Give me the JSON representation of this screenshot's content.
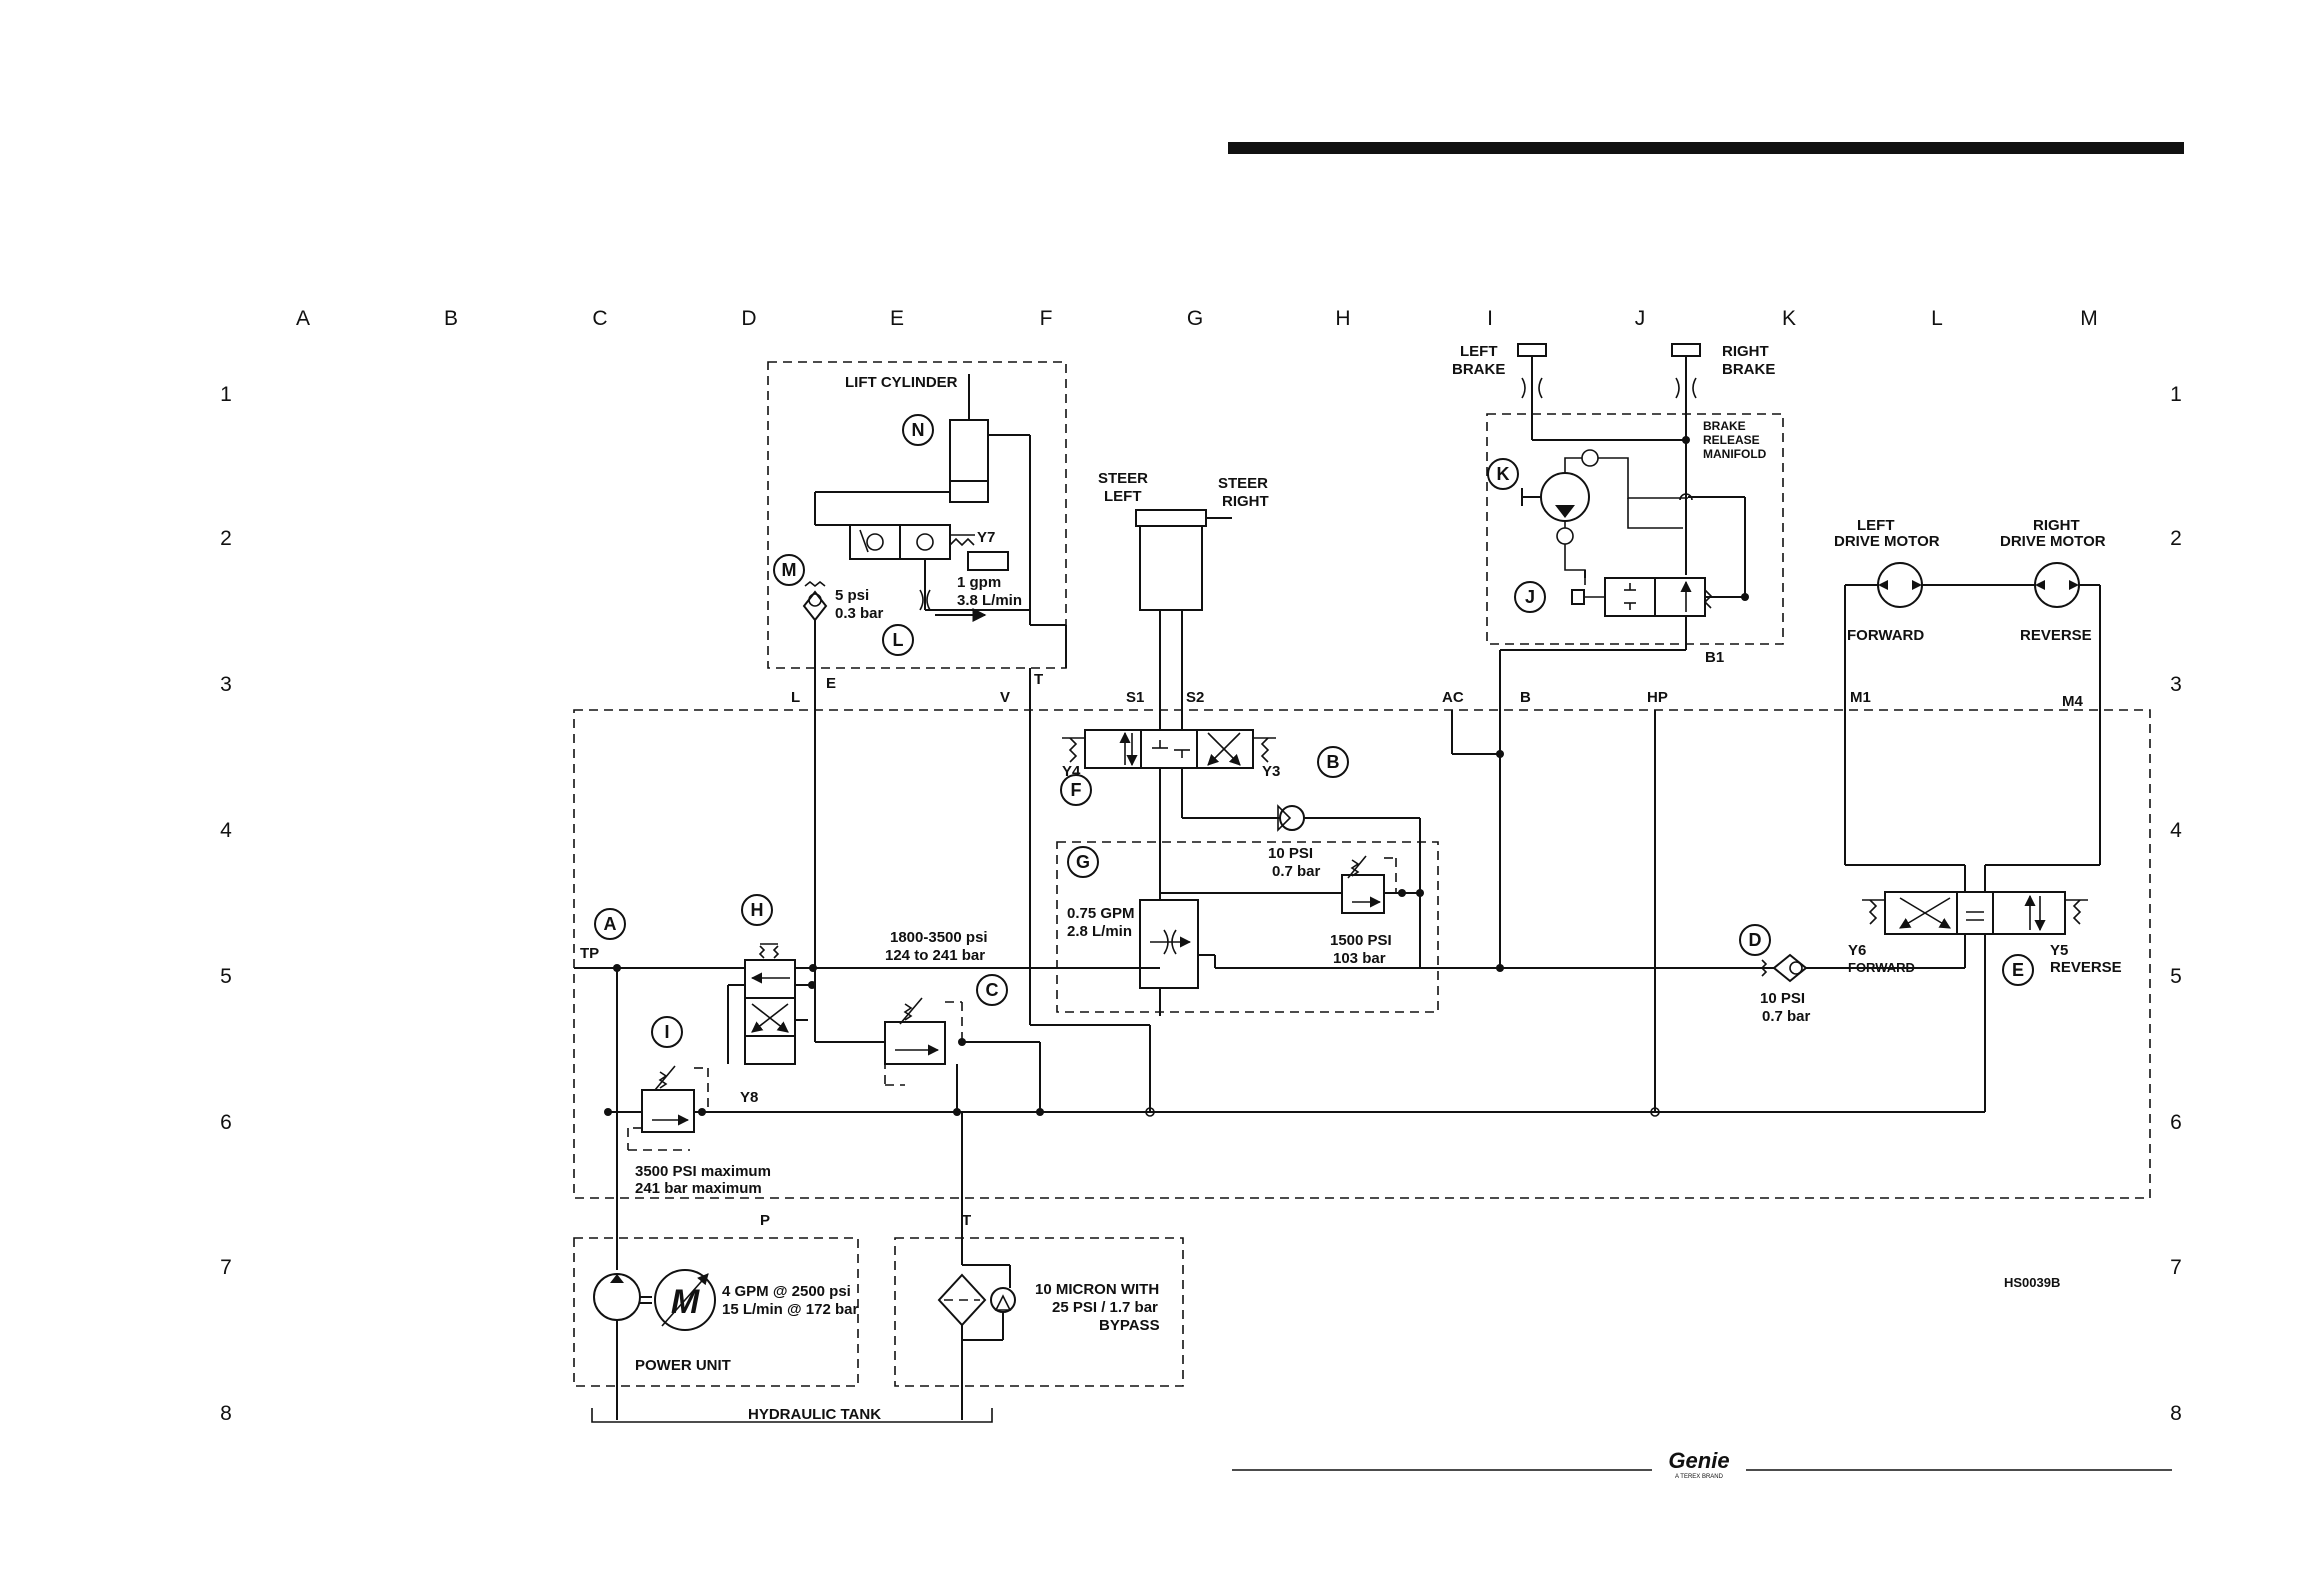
{
  "grid": {
    "columns": [
      "A",
      "B",
      "C",
      "D",
      "E",
      "F",
      "G",
      "H",
      "I",
      "J",
      "K",
      "L",
      "M"
    ],
    "rows": [
      "1",
      "2",
      "3",
      "4",
      "5",
      "6",
      "7",
      "8"
    ]
  },
  "labels": {
    "lift_cylinder": "LIFT CYLINDER",
    "steer_left": [
      "STEER",
      "LEFT"
    ],
    "steer_right": [
      "STEER",
      "RIGHT"
    ],
    "left_brake": [
      "LEFT",
      "BRAKE"
    ],
    "right_brake": [
      "RIGHT",
      "BRAKE"
    ],
    "brake_manifold": [
      "BRAKE",
      "RELEASE",
      "MANIFOLD"
    ],
    "left_drive_motor": [
      "LEFT",
      "DRIVE MOTOR"
    ],
    "right_drive_motor": [
      "RIGHT",
      "DRIVE MOTOR"
    ],
    "forward": "FORWARD",
    "reverse": "REVERSE",
    "y6_forward": [
      "Y6",
      "FORWARD"
    ],
    "y5_reverse": [
      "Y5",
      "REVERSE"
    ],
    "check_m": [
      "5 psi",
      "0.3 bar"
    ],
    "orifice_l": [
      "1 gpm",
      "3.8 L/min"
    ],
    "steer_check": [
      "10 PSI",
      "0.7 bar"
    ],
    "steer_relief": [
      "1500 PSI",
      "103 bar"
    ],
    "flow_g": [
      "0.75 GPM",
      "2.8 L/min"
    ],
    "relief_c": [
      "1800-3500 psi",
      "124 to 241 bar"
    ],
    "relief_i": [
      "3500 PSI maximum",
      "241 bar maximum"
    ],
    "check_d": [
      "10 PSI",
      "0.7 bar"
    ],
    "pump": [
      "4 GPM @ 2500 psi",
      "15 L/min @ 172 bar"
    ],
    "power_unit": "POWER UNIT",
    "filter": [
      "10 MICRON WITH",
      "25 PSI / 1.7 bar",
      "BYPASS"
    ],
    "hydraulic_tank": "HYDRAULIC TANK",
    "motor_symbol": "M",
    "drawing_number": "HS0039B",
    "logo": "Genie",
    "logo_sub": "A TEREX BRAND"
  },
  "ports": {
    "L": "L",
    "E": "E",
    "V": "V",
    "T": "T",
    "S1": "S1",
    "S2": "S2",
    "AC": "AC",
    "B": "B",
    "HP": "HP",
    "M1": "M1",
    "M4": "M4",
    "B1": "B1",
    "TP": "TP",
    "P": "P",
    "T2": "T",
    "Y7": "Y7",
    "Y4": "Y4",
    "Y3": "Y3",
    "Y8": "Y8"
  },
  "components": {
    "A": "A",
    "B": "B",
    "C": "C",
    "D": "D",
    "E": "E",
    "F": "F",
    "G": "G",
    "H": "H",
    "I": "I",
    "J": "J",
    "K": "K",
    "L": "L",
    "M": "M",
    "N": "N"
  }
}
